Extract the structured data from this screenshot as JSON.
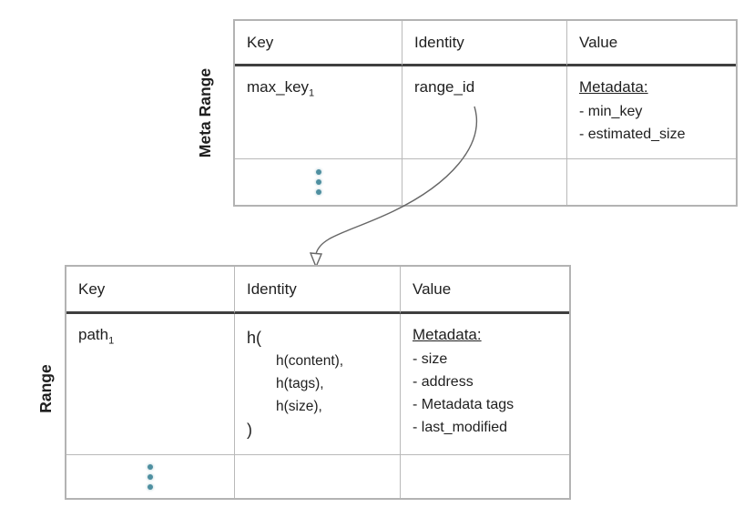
{
  "colors": {
    "dots": "#4e8fa0",
    "border_light": "#b9b9b9",
    "header_divider": "#3f3f3f",
    "text": "#1f1f1f",
    "arrow": "#666666",
    "background": "#ffffff"
  },
  "icons": {
    "vertical_ellipsis": "three stacked teal dots",
    "arrow": "curved open-head arrow from range_id to Range table"
  },
  "meta_range": {
    "label": "Meta Range",
    "headers": [
      "Key",
      "Identity",
      "Value"
    ],
    "row1": {
      "key_base": "max_key",
      "key_sub": "1",
      "identity": "range_id",
      "value_heading": "Metadata:",
      "value_items": [
        "- min_key",
        "- estimated_size"
      ]
    }
  },
  "range": {
    "label": "Range",
    "headers": [
      "Key",
      "Identity",
      "Value"
    ],
    "row1": {
      "key_base": "path",
      "key_sub": "1",
      "identity_open": "h(",
      "identity_args": [
        "h(content),",
        "h(tags),",
        "h(size),"
      ],
      "identity_close": ")",
      "value_heading": "Metadata:",
      "value_items": [
        "- size",
        "- address",
        "- Metadata tags",
        "- last_modified"
      ]
    }
  }
}
